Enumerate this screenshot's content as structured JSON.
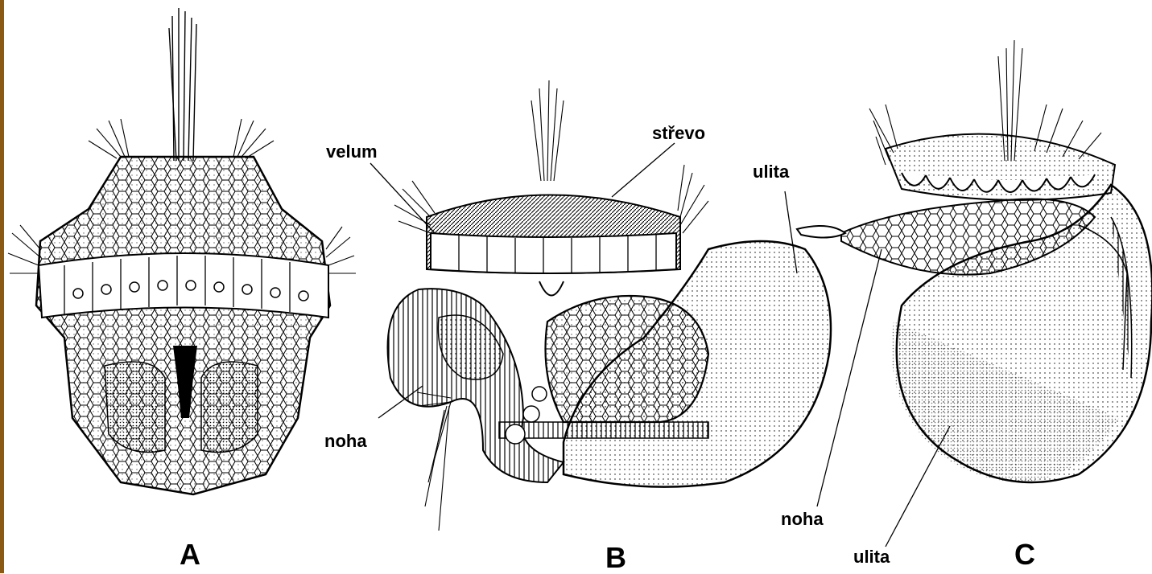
{
  "colors": {
    "stripe": "#8a5a14",
    "ink": "#000000",
    "background": "#ffffff"
  },
  "panels": {
    "a": {
      "letter": "A"
    },
    "b": {
      "letter": "B",
      "labels": {
        "velum": "velum",
        "strevo": "střevo",
        "ulita": "ulita",
        "noha": "noha"
      }
    },
    "c": {
      "letter": "C",
      "labels": {
        "noha": "noha",
        "ulita": "ulita"
      }
    }
  }
}
